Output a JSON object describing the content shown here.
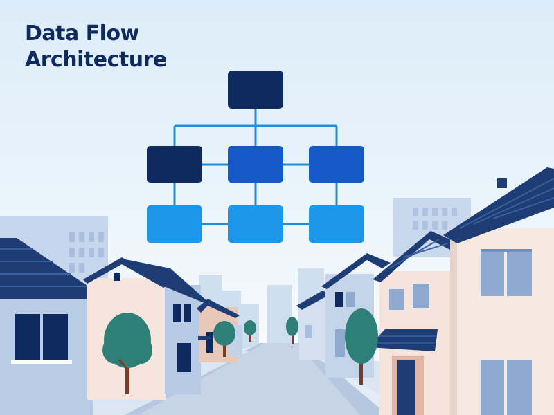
{
  "title": {
    "line1": "Data Flow",
    "line2": "Architecture"
  },
  "diagram": {
    "node_count": 7,
    "levels": 3,
    "colors": {
      "root": "#0f2a5e",
      "level2_dark": "#0f2a5e",
      "level2": "#1558c8",
      "level3": "#1d97ea",
      "connector": "#1d8fdc"
    }
  },
  "scene": {
    "colors": {
      "sky": "#dcecf8",
      "road": "#c9d6e6",
      "roof": "#1e3d75",
      "wall_light": "#f6e7df",
      "wall_blue": "#b8cbe6",
      "tree": "#2f7f79",
      "trunk": "#7a3a2c",
      "window": "#0f2a5e"
    }
  }
}
